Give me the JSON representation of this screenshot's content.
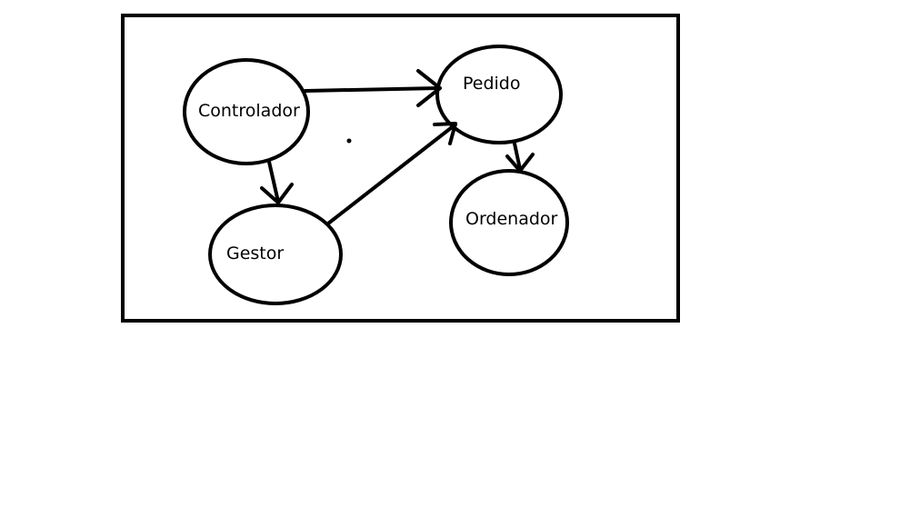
{
  "diagram": {
    "nodes": [
      {
        "id": "controlador",
        "label": "Controlador"
      },
      {
        "id": "gestor",
        "label": "Gestor"
      },
      {
        "id": "pedido",
        "label": "Pedido"
      },
      {
        "id": "ordenador",
        "label": "Ordenador"
      }
    ],
    "edges": [
      {
        "from": "controlador",
        "to": "pedido"
      },
      {
        "from": "controlador",
        "to": "gestor"
      },
      {
        "from": "gestor",
        "to": "pedido"
      },
      {
        "from": "pedido",
        "to": "ordenador"
      }
    ],
    "colors": {
      "stroke": "#000000",
      "background": "#ffffff"
    }
  }
}
